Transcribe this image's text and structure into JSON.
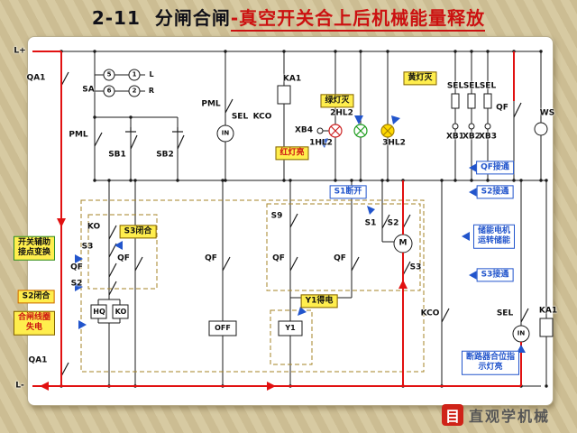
{
  "title": {
    "number": "2-11",
    "part_black": "分闸合闸",
    "part_red": "-真空开关合上后机械能量释放"
  },
  "labels": {
    "l_plus": "L+",
    "l_minus": "L-",
    "qa1_top": "QA1",
    "qa1_bottom": "QA1",
    "sa": "SA",
    "n5": "5",
    "n1": "1",
    "n6": "6",
    "n2": "2",
    "l": "L",
    "r": "R",
    "pml_left": "PML",
    "pml_mid": "PML",
    "sb1": "SB1",
    "sb2": "SB2",
    "ka1_top": "KA1",
    "sel_top": "SEL",
    "kco_top": "KCO",
    "in_top": "IN",
    "xb4": "XB4",
    "hl2_2": "2HL2",
    "hl2_1": "1HL2",
    "hl2_3": "3HL2",
    "sel_r1": "SEL",
    "sel_r2": "SEL",
    "sel_r3": "SEL",
    "xb1": "XB1",
    "xb2": "XB2",
    "xb3": "XB3",
    "qf_top_right": "QF",
    "ws": "WS",
    "ko_contact": "KO",
    "s3_left": "S3",
    "qf_left": "QF",
    "s2_left": "S2",
    "qf_1": "QF",
    "qf_2": "QF",
    "qf_3": "QF",
    "qf_4": "QF",
    "s9": "S9",
    "s1": "S1",
    "s2_mid": "S2",
    "m": "M",
    "s3_right": "S3",
    "hq": "HQ",
    "ko_box": "KO",
    "off": "OFF",
    "y1": "Y1",
    "kco_bottom": "KCO",
    "sel_bottom": "SEL",
    "in_bottom": "IN",
    "ka1_bottom": "KA1"
  },
  "callouts": {
    "green_off": "绿灯灭",
    "yellow_off": "黄灯灭",
    "red_on": "红灯亮",
    "qf_on": "QF接通",
    "s2_on": "S2接通",
    "s1_open": "S1断开",
    "motor_line1": "储能电机",
    "motor_line2": "运转储能",
    "s3_on": "S3接通",
    "s3_closed": "S3闭合",
    "aux_line1": "开关辅助",
    "aux_line2": "接点变换",
    "s2_closed": "S2闭合",
    "coil_line1": "合闸线圈",
    "coil_line2": "失电",
    "y1_energized": "Y1得电",
    "breaker_line1": "断路器合位指",
    "breaker_line2": "示灯亮"
  },
  "watermark": {
    "logo_glyph": "目",
    "text": "直观学机械"
  },
  "colors": {
    "energized_red": "#e11111",
    "callout_blue": "#2255cc",
    "callout_yellow": "#ffee4d",
    "background": "#d2c49c"
  }
}
